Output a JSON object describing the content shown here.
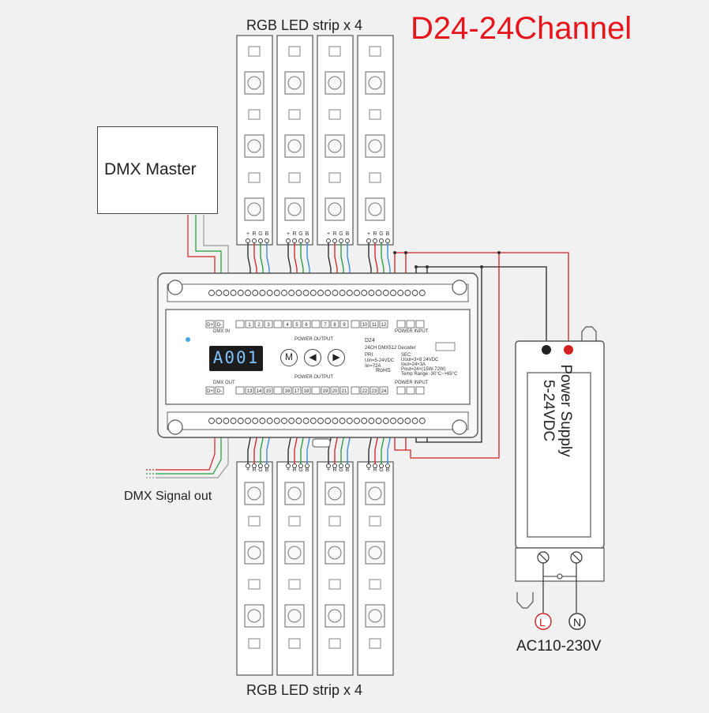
{
  "title": "D24-24Channel",
  "labels": {
    "strip_top": "RGB LED strip x 4",
    "strip_bottom": "RGB LED strip x 4",
    "dmx_master": "DMX Master",
    "dmx_signal_out": "DMX Signal out",
    "ac_input": "AC110-230V"
  },
  "power_supply": {
    "line1": "Power Supply",
    "line2": "5-24VDC",
    "terminal_l": "L",
    "terminal_n": "N"
  },
  "strip_pins": [
    "+",
    "R",
    "G",
    "B"
  ],
  "decoder": {
    "display": "A001",
    "buttons": {
      "menu": "M",
      "left": "◀",
      "right": "▶"
    },
    "model": "D24",
    "subtitle": "24CH DMX512 Decoder",
    "pri_lines": [
      "PRI:",
      "Uin=5-24VDC",
      "Iin=72A"
    ],
    "sec_lines": [
      "SEC:",
      "Uout=3×8 24VDC",
      "Iout=24×3A",
      "Pout=24×(15W-72W)",
      "Temp Range:-30°C~+65°C"
    ],
    "rohs": "RoHS",
    "dmx_in": "DMX IN",
    "dmx_out": "DMX OUT",
    "power_output": "POWER OUTPUT",
    "power_input": "POWER INPUT",
    "top_channels": [
      "1",
      "2",
      "3",
      "4",
      "5",
      "6",
      "7",
      "8",
      "9",
      "10",
      "11",
      "12"
    ],
    "bottom_channels": [
      "13",
      "14",
      "15",
      "16",
      "17",
      "18",
      "19",
      "20",
      "21",
      "22",
      "23",
      "24"
    ],
    "dmx_pins": [
      "D+",
      "D-"
    ]
  },
  "colors": {
    "title": "#e8141c",
    "wire_red": "#d42020",
    "wire_green": "#1f9a3a",
    "wire_blue": "#2f86d8",
    "wire_black": "#222222",
    "lcd_text": "#7fc3ff"
  }
}
